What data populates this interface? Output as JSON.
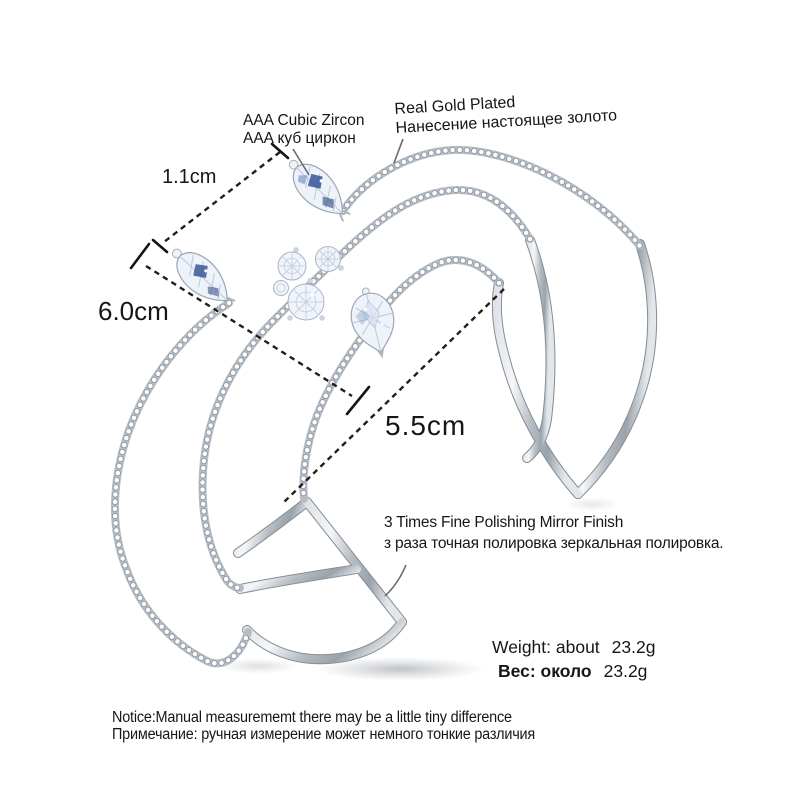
{
  "palette": {
    "background": "#ffffff",
    "text": "#161616",
    "metal_light": "#f4f6f8",
    "metal_mid": "#b6bdc4",
    "metal_dark": "#848c94",
    "crystal": "#eef2f9",
    "crystal_navy": "#2b4a92",
    "dash_line": "#1f1f1f"
  },
  "annotations": {
    "zircon": {
      "en": "AAA Cubic Zircon",
      "ru": "AAA куб циркон"
    },
    "gold_plated": {
      "en": "Real Gold Plated",
      "ru": "Нанесение настоящее золото"
    },
    "polishing": {
      "en": "3 Times Fine Polishing Mirror Finish",
      "ru": "з раза точная полировка зеркальная полировка."
    }
  },
  "measurements": {
    "stone_length": "1.1cm",
    "cuff_height": "6.0cm",
    "opening_width": "5.5cm"
  },
  "weight": {
    "en_label": "Weight: about",
    "en_value": "23.2g",
    "ru_label": "Вес: около",
    "ru_value": "23.2g"
  },
  "notice": {
    "en": "Notice:Manual measurememt there may be a little tiny difference",
    "ru": "Примечание: ручная измерение может немного тонкие различия"
  }
}
